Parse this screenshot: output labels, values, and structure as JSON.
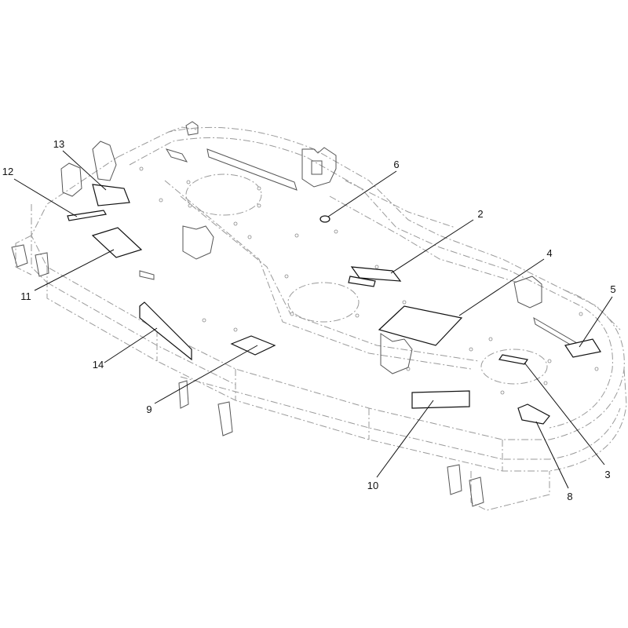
{
  "callouts": [
    {
      "id": "c1",
      "label": "2"
    },
    {
      "id": "c2",
      "label": "3"
    },
    {
      "id": "c3",
      "label": "4"
    },
    {
      "id": "c4",
      "label": "5"
    },
    {
      "id": "c5",
      "label": "6"
    },
    {
      "id": "c6",
      "label": "8"
    },
    {
      "id": "c7",
      "label": "9"
    },
    {
      "id": "c8",
      "label": "10"
    },
    {
      "id": "c9",
      "label": "11"
    },
    {
      "id": "c10",
      "label": "12"
    },
    {
      "id": "c11",
      "label": "13"
    },
    {
      "id": "c12",
      "label": "14"
    }
  ]
}
